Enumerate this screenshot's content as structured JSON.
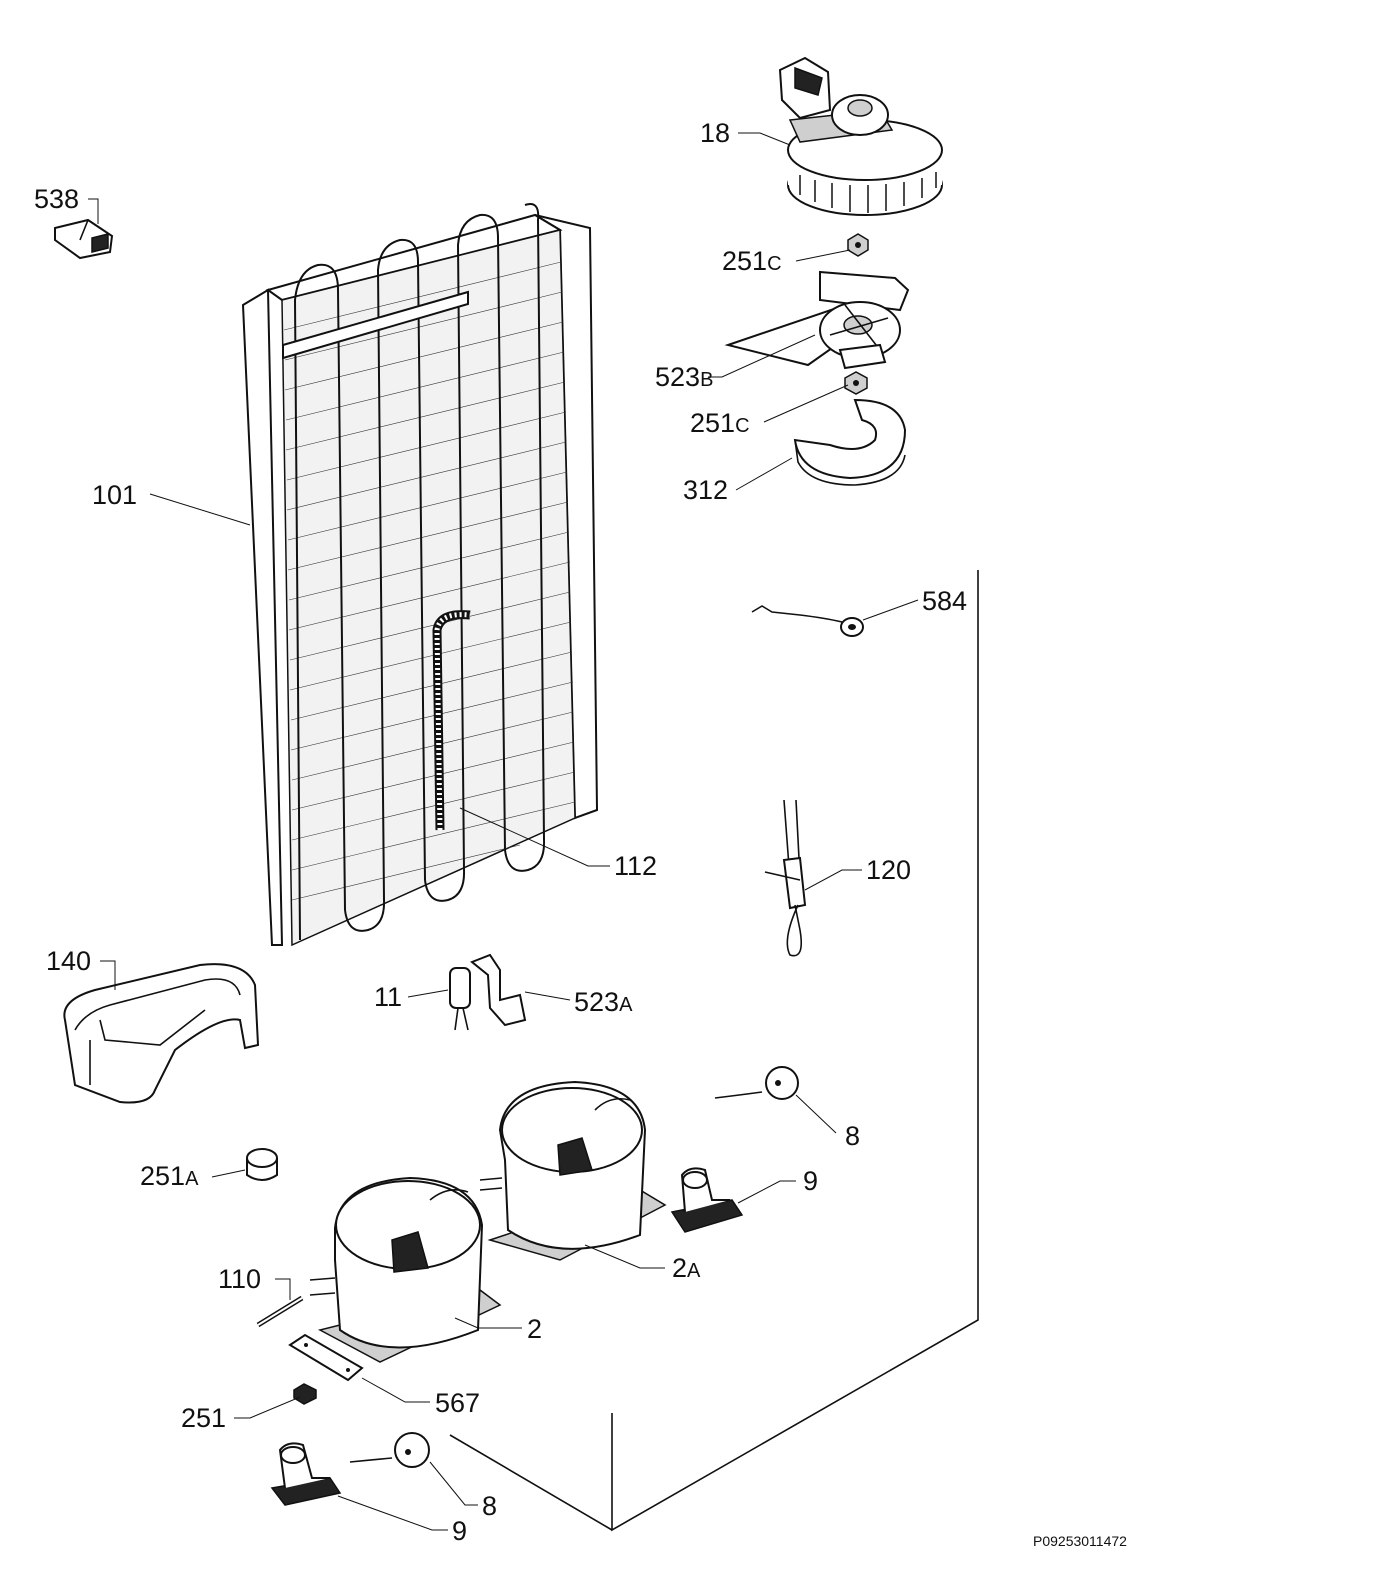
{
  "labels": {
    "l18": "18",
    "l538": "538",
    "l251c_top": "251",
    "l251c_top_suffix": "C",
    "l523b": "523",
    "l523b_suffix": "B",
    "l251c_mid": "251",
    "l251c_mid_suffix": "C",
    "l312": "312",
    "l101": "101",
    "l584": "584",
    "l112": "112",
    "l120": "120",
    "l140": "140",
    "l11": "11",
    "l523a": "523",
    "l523a_suffix": "A",
    "l8_top": "8",
    "l9_top": "9",
    "l251a": "251",
    "l251a_suffix": "A",
    "l2a": "2",
    "l2a_suffix": "A",
    "l110": "110",
    "l2": "2",
    "l567": "567",
    "l251": "251",
    "l8_bottom": "8",
    "l9_bottom": "9"
  },
  "drawing_code": "P09253011472"
}
